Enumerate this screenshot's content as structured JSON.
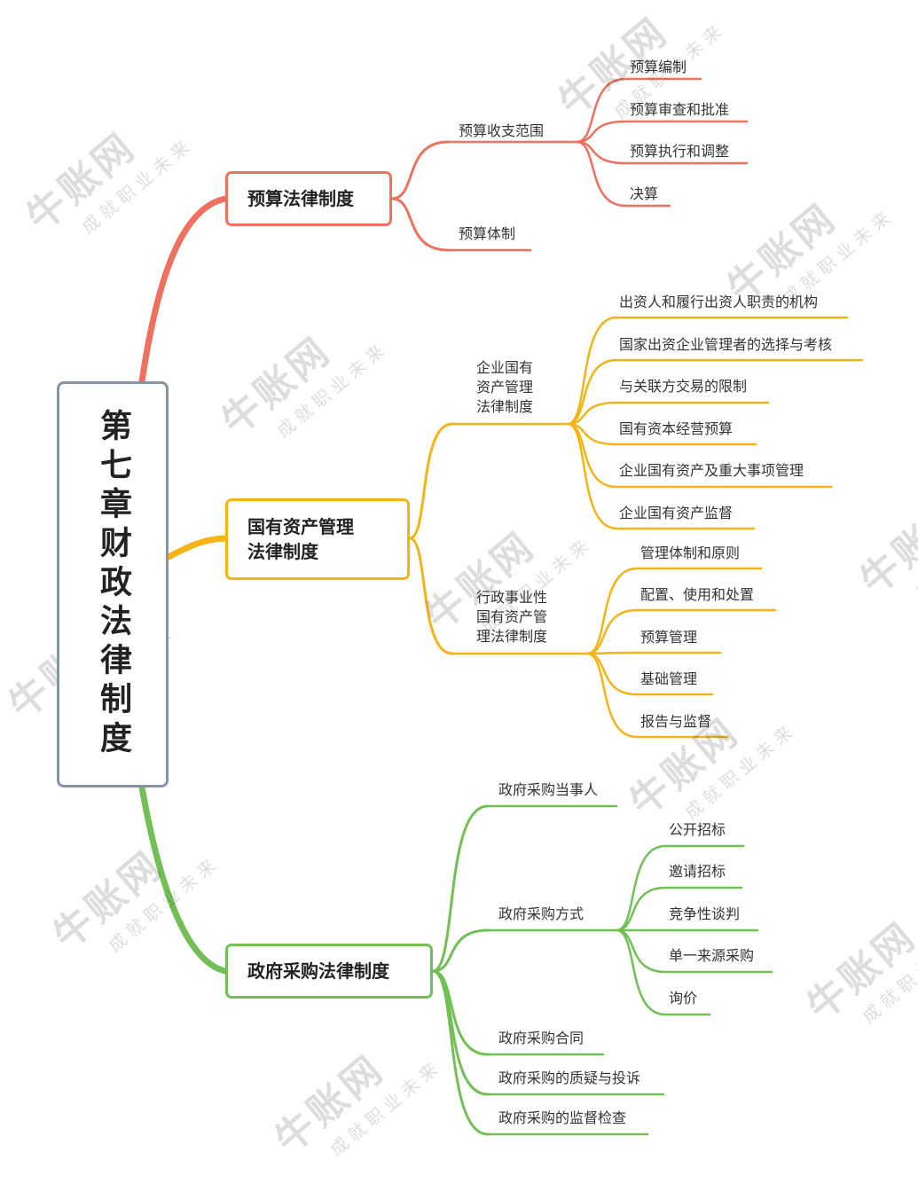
{
  "root": {
    "title": "第七章财政法律制度"
  },
  "colors": {
    "budget": "#f07060",
    "assets": "#f5b315",
    "procurement": "#72c055",
    "root_border": "#8a93a6"
  },
  "branches": [
    {
      "label": "预算法律制度",
      "children": [
        {
          "label": "预算收支范围",
          "children": [
            "预算编制",
            "预算审查和批准",
            "预算执行和调整",
            "决算"
          ]
        },
        {
          "label": "预算体制",
          "children": []
        }
      ]
    },
    {
      "label": "国有资产管理\n法律制度",
      "children": [
        {
          "label": "企业国有\n资产管理\n法律制度",
          "children": [
            "出资人和履行出资人职责的机构",
            "国家出资企业管理者的选择与考核",
            "与关联方交易的限制",
            "国有资本经营预算",
            "企业国有资产及重大事项管理",
            "企业国有资产监督"
          ]
        },
        {
          "label": "行政事业性\n国有资产管\n理法律制度",
          "children": [
            "管理体制和原则",
            "配置、使用和处置",
            "预算管理",
            "基础管理",
            "报告与监督"
          ]
        }
      ]
    },
    {
      "label": "政府采购法律制度",
      "children": [
        {
          "label": "政府采购当事人",
          "children": []
        },
        {
          "label": "政府采购方式",
          "children": [
            "公开招标",
            "邀请招标",
            "竞争性谈判",
            "单一来源采购",
            "询价"
          ]
        },
        {
          "label": "政府采购合同",
          "children": []
        },
        {
          "label": "政府采购的质疑与投诉",
          "children": []
        },
        {
          "label": "政府采购的监督检查",
          "children": []
        }
      ]
    }
  ],
  "watermark": {
    "brand": "牛账网",
    "slogan": "成就职业未来"
  }
}
